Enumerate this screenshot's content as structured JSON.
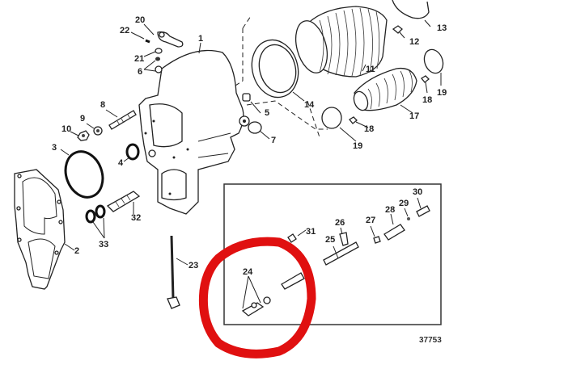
{
  "diagram": {
    "figure_number": "37753",
    "highlight": {
      "color": "#e01010",
      "target_callout": "24"
    },
    "callouts": [
      {
        "id": "1",
        "part": "housing"
      },
      {
        "id": "2",
        "part": "gasket"
      },
      {
        "id": "3",
        "part": "o-ring-large"
      },
      {
        "id": "4",
        "part": "o-ring-small"
      },
      {
        "id": "5",
        "part": "plug"
      },
      {
        "id": "6",
        "part": "washer-pair"
      },
      {
        "id": "7",
        "part": "washer"
      },
      {
        "id": "8",
        "part": "stud"
      },
      {
        "id": "9",
        "part": "washer"
      },
      {
        "id": "10",
        "part": "nut"
      },
      {
        "id": "11",
        "part": "bellows-large"
      },
      {
        "id": "12",
        "part": "clip"
      },
      {
        "id": "13",
        "part": "clamp-large"
      },
      {
        "id": "14",
        "part": "ring"
      },
      {
        "id": "17",
        "part": "bellows-small"
      },
      {
        "id": "18",
        "part": "clip"
      },
      {
        "id": "18",
        "part": "clip"
      },
      {
        "id": "19",
        "part": "clamp"
      },
      {
        "id": "19",
        "part": "clamp"
      },
      {
        "id": "20",
        "part": "lever"
      },
      {
        "id": "21",
        "part": "washer"
      },
      {
        "id": "22",
        "part": "pin"
      },
      {
        "id": "23",
        "part": "rod"
      },
      {
        "id": "24",
        "part": "fittings"
      },
      {
        "id": "25",
        "part": "hose"
      },
      {
        "id": "26",
        "part": "fitting"
      },
      {
        "id": "27",
        "part": "nut"
      },
      {
        "id": "28",
        "part": "fitting"
      },
      {
        "id": "29",
        "part": "insert"
      },
      {
        "id": "30",
        "part": "fitting"
      },
      {
        "id": "31",
        "part": "clip"
      },
      {
        "id": "32",
        "part": "valve"
      },
      {
        "id": "33",
        "part": "o-rings"
      }
    ]
  }
}
